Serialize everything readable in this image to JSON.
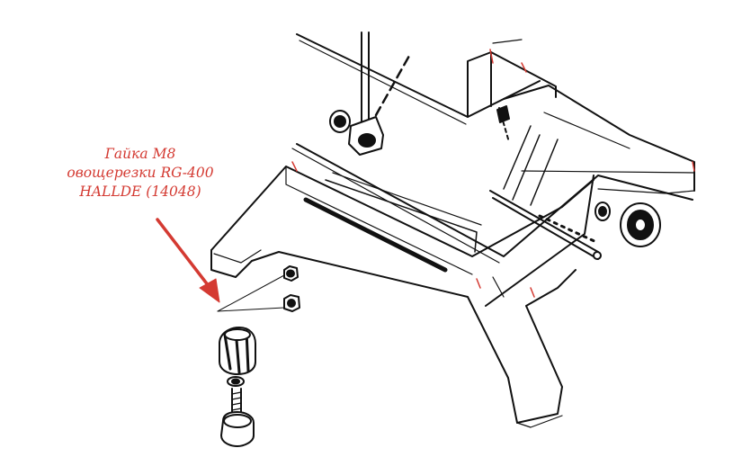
{
  "callout": {
    "lines": [
      "Гайка M8",
      "овощерезки RG-400",
      "HALLDE (14048)"
    ]
  },
  "colors": {
    "annotation": "#d43a32",
    "line_art": "#111111",
    "background": "#ffffff"
  },
  "icons": {
    "pointer": "arrow-icon"
  }
}
